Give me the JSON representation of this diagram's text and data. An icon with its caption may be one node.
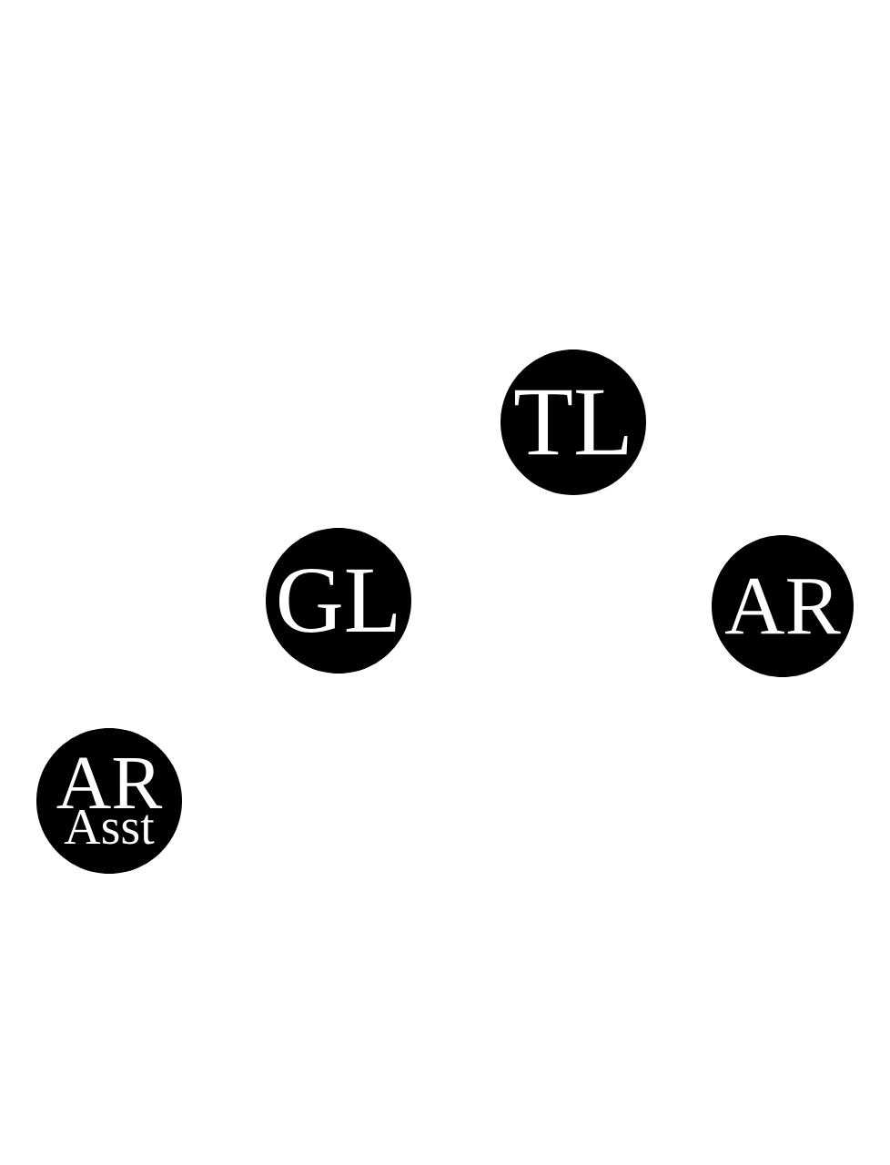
{
  "diagram": {
    "nodes": [
      {
        "text": [
          "TL"
        ]
      },
      {
        "text": [
          "GL"
        ]
      },
      {
        "text": [
          "AR"
        ]
      },
      {
        "text": [
          "AR",
          "Asst"
        ]
      }
    ]
  }
}
